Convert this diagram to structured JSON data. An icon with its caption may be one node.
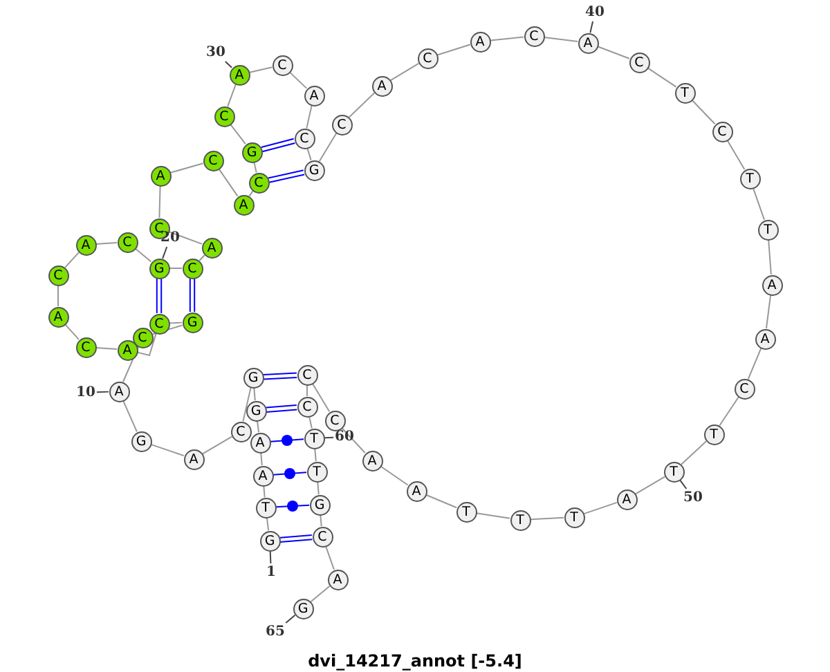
{
  "diagram": {
    "caption": "dvi_14217_annot [-5.4]",
    "nodes": [
      {
        "text": [
          "G"
        ]
      },
      {
        "text": [
          "T"
        ]
      },
      {
        "text": [
          "A"
        ]
      },
      {
        "text": [
          "A"
        ]
      },
      {
        "text": [
          "G"
        ]
      },
      {
        "text": [
          "G"
        ]
      },
      {
        "text": [
          "C"
        ]
      },
      {
        "text": [
          "A"
        ]
      },
      {
        "text": [
          "G"
        ]
      },
      {
        "text": [
          "A"
        ]
      },
      {
        "text": [
          "C"
        ]
      },
      {
        "text": [
          "G"
        ]
      },
      {
        "text": [
          "C"
        ]
      },
      {
        "text": [
          "A"
        ]
      },
      {
        "text": [
          "C"
        ]
      },
      {
        "text": [
          "A"
        ]
      },
      {
        "text": [
          "C"
        ]
      },
      {
        "text": [
          "A"
        ]
      },
      {
        "text": [
          "C"
        ]
      },
      {
        "text": [
          "G"
        ]
      },
      {
        "text": [
          "C"
        ]
      },
      {
        "text": [
          "A"
        ]
      },
      {
        "text": [
          "C"
        ]
      },
      {
        "text": [
          "A"
        ]
      },
      {
        "text": [
          "C"
        ]
      },
      {
        "text": [
          "A"
        ]
      },
      {
        "text": [
          "C"
        ]
      },
      {
        "text": [
          "G"
        ]
      },
      {
        "text": [
          "C"
        ]
      },
      {
        "text": [
          "A"
        ]
      },
      {
        "text": [
          "C"
        ]
      },
      {
        "text": [
          "A"
        ]
      },
      {
        "text": [
          "C"
        ]
      },
      {
        "text": [
          "G"
        ]
      },
      {
        "text": [
          "C"
        ]
      },
      {
        "text": [
          "A"
        ]
      },
      {
        "text": [
          "C"
        ]
      },
      {
        "text": [
          "A"
        ]
      },
      {
        "text": [
          "C"
        ]
      },
      {
        "text": [
          "A"
        ]
      },
      {
        "text": [
          "C"
        ]
      },
      {
        "text": [
          "T"
        ]
      },
      {
        "text": [
          "C"
        ]
      },
      {
        "text": [
          "T"
        ]
      },
      {
        "text": [
          "T"
        ]
      },
      {
        "text": [
          "A"
        ]
      },
      {
        "text": [
          "A"
        ]
      },
      {
        "text": [
          "C"
        ]
      },
      {
        "text": [
          "T"
        ]
      },
      {
        "text": [
          "T"
        ]
      },
      {
        "text": [
          "A"
        ]
      },
      {
        "text": [
          "T"
        ]
      },
      {
        "text": [
          "T"
        ]
      },
      {
        "text": [
          "T"
        ]
      },
      {
        "text": [
          "A"
        ]
      },
      {
        "text": [
          "A"
        ]
      },
      {
        "text": [
          "C"
        ]
      },
      {
        "text": [
          "C"
        ]
      },
      {
        "text": [
          "C"
        ]
      },
      {
        "text": [
          "T"
        ]
      },
      {
        "text": [
          "T"
        ]
      },
      {
        "text": [
          "G"
        ]
      },
      {
        "text": [
          "C"
        ]
      },
      {
        "text": [
          "A"
        ]
      },
      {
        "text": [
          "G"
        ]
      },
      {
        "text": [
          "1"
        ]
      },
      {
        "text": [
          "10"
        ]
      },
      {
        "text": [
          "20"
        ]
      },
      {
        "text": [
          "30"
        ]
      },
      {
        "text": [
          "40"
        ]
      },
      {
        "text": [
          "50"
        ]
      },
      {
        "text": [
          "60"
        ]
      },
      {
        "text": [
          "65"
        ]
      }
    ],
    "edges": [
      {
        "from": 0,
        "to": 1,
        "arrow": "none"
      },
      {
        "from": 1,
        "to": 2,
        "arrow": "none"
      },
      {
        "from": 2,
        "to": 3,
        "arrow": "none"
      },
      {
        "from": 3,
        "to": 4,
        "arrow": "none"
      },
      {
        "from": 4,
        "to": 5,
        "arrow": "none"
      },
      {
        "from": 5,
        "to": 6,
        "arrow": "none"
      },
      {
        "from": 6,
        "to": 7,
        "arrow": "none"
      },
      {
        "from": 7,
        "to": 8,
        "arrow": "none"
      },
      {
        "from": 8,
        "to": 9,
        "arrow": "none"
      },
      {
        "from": 9,
        "to": 10,
        "arrow": "none"
      },
      {
        "from": 10,
        "to": 11,
        "arrow": "none"
      },
      {
        "from": 11,
        "to": 12,
        "arrow": "none"
      },
      {
        "from": 12,
        "to": 13,
        "arrow": "none"
      },
      {
        "from": 13,
        "to": 14,
        "arrow": "none"
      },
      {
        "from": 14,
        "to": 15,
        "arrow": "none"
      },
      {
        "from": 15,
        "to": 16,
        "arrow": "none"
      },
      {
        "from": 16,
        "to": 17,
        "arrow": "none"
      },
      {
        "from": 17,
        "to": 18,
        "arrow": "none"
      },
      {
        "from": 18,
        "to": 19,
        "arrow": "none"
      },
      {
        "from": 19,
        "to": 20,
        "arrow": "none"
      },
      {
        "from": 20,
        "to": 21,
        "arrow": "none"
      },
      {
        "from": 21,
        "to": 22,
        "arrow": "none"
      },
      {
        "from": 22,
        "to": 23,
        "arrow": "none"
      },
      {
        "from": 23,
        "to": 24,
        "arrow": "none"
      },
      {
        "from": 24,
        "to": 25,
        "arrow": "none"
      },
      {
        "from": 25,
        "to": 26,
        "arrow": "none"
      },
      {
        "from": 26,
        "to": 27,
        "arrow": "none"
      },
      {
        "from": 27,
        "to": 28,
        "arrow": "none"
      },
      {
        "from": 28,
        "to": 29,
        "arrow": "none"
      },
      {
        "from": 29,
        "to": 30,
        "arrow": "none"
      },
      {
        "from": 30,
        "to": 31,
        "arrow": "none"
      },
      {
        "from": 31,
        "to": 32,
        "arrow": "none"
      },
      {
        "from": 32,
        "to": 33,
        "arrow": "none"
      },
      {
        "from": 33,
        "to": 34,
        "arrow": "none"
      },
      {
        "from": 34,
        "to": 35,
        "arrow": "none"
      },
      {
        "from": 35,
        "to": 36,
        "arrow": "none"
      },
      {
        "from": 36,
        "to": 37,
        "arrow": "none"
      },
      {
        "from": 37,
        "to": 38,
        "arrow": "none"
      },
      {
        "from": 38,
        "to": 39,
        "arrow": "none"
      },
      {
        "from": 39,
        "to": 40,
        "arrow": "none"
      },
      {
        "from": 40,
        "to": 41,
        "arrow": "none"
      },
      {
        "from": 41,
        "to": 42,
        "arrow": "none"
      },
      {
        "from": 42,
        "to": 43,
        "arrow": "none"
      },
      {
        "from": 43,
        "to": 44,
        "arrow": "none"
      },
      {
        "from": 44,
        "to": 45,
        "arrow": "none"
      },
      {
        "from": 45,
        "to": 46,
        "arrow": "none"
      },
      {
        "from": 46,
        "to": 47,
        "arrow": "none"
      },
      {
        "from": 47,
        "to": 48,
        "arrow": "none"
      },
      {
        "from": 48,
        "to": 49,
        "arrow": "none"
      },
      {
        "from": 49,
        "to": 50,
        "arrow": "none"
      },
      {
        "from": 50,
        "to": 51,
        "arrow": "none"
      },
      {
        "from": 51,
        "to": 52,
        "arrow": "none"
      },
      {
        "from": 52,
        "to": 53,
        "arrow": "none"
      },
      {
        "from": 53,
        "to": 54,
        "arrow": "none"
      },
      {
        "from": 54,
        "to": 55,
        "arrow": "none"
      },
      {
        "from": 55,
        "to": 56,
        "arrow": "none"
      },
      {
        "from": 56,
        "to": 57,
        "arrow": "none"
      },
      {
        "from": 57,
        "to": 58,
        "arrow": "none"
      },
      {
        "from": 58,
        "to": 59,
        "arrow": "none"
      },
      {
        "from": 59,
        "to": 60,
        "arrow": "none"
      },
      {
        "from": 60,
        "to": 61,
        "arrow": "none"
      },
      {
        "from": 61,
        "to": 62,
        "arrow": "none"
      },
      {
        "from": 62,
        "to": 63,
        "arrow": "none"
      },
      {
        "from": 63,
        "to": 64,
        "arrow": "none"
      },
      {
        "from": 0,
        "to": 62,
        "arrow": "none",
        "color": "#0000ff"
      },
      {
        "from": 1,
        "to": 61,
        "arrow": "none",
        "color": "#0000ff"
      },
      {
        "from": 2,
        "to": 60,
        "arrow": "none",
        "color": "#0000ff"
      },
      {
        "from": 3,
        "to": 59,
        "arrow": "none",
        "color": "#0000ff"
      },
      {
        "from": 4,
        "to": 58,
        "arrow": "none",
        "color": "#0000ff"
      },
      {
        "from": 5,
        "to": 57,
        "arrow": "none",
        "color": "#0000ff"
      },
      {
        "from": 11,
        "to": 20,
        "arrow": "none",
        "color": "#0000ff"
      },
      {
        "from": 12,
        "to": 19,
        "arrow": "none",
        "color": "#0000ff"
      },
      {
        "from": 26,
        "to": 33,
        "arrow": "none",
        "color": "#0000ff"
      },
      {
        "from": 27,
        "to": 32,
        "arrow": "none",
        "color": "#0000ff"
      },
      {
        "from": 65,
        "to": 0,
        "arrow": "none",
        "color": "#444444"
      },
      {
        "from": 66,
        "to": 9,
        "arrow": "none",
        "color": "#444444"
      },
      {
        "from": 67,
        "to": 19,
        "arrow": "none",
        "color": "#444444"
      },
      {
        "from": 68,
        "to": 29,
        "arrow": "none",
        "color": "#444444"
      },
      {
        "from": 69,
        "to": 39,
        "arrow": "none",
        "color": "#444444"
      },
      {
        "from": 70,
        "to": 49,
        "arrow": "none",
        "color": "#444444"
      },
      {
        "from": 71,
        "to": 59,
        "arrow": "none",
        "color": "#444444"
      },
      {
        "from": 72,
        "to": 64,
        "arrow": "none",
        "color": "#444444"
      }
    ]
  }
}
